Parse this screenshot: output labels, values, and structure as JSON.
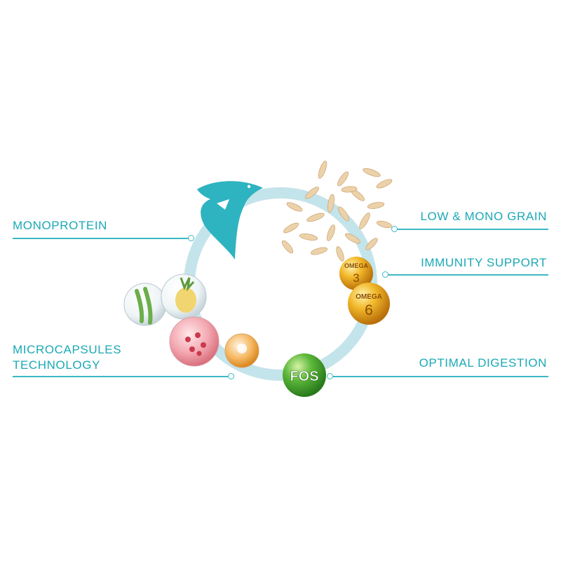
{
  "features": {
    "monoprotein": "MONOPROTEIN",
    "low_mono_grain": "LOW & MONO GRAIN",
    "immunity_support": "IMMUNITY SUPPORT",
    "microcapsules_line1": "MICROCAPSULES",
    "microcapsules_line2": "TECHNOLOGY",
    "optimal_digestion": "OPTIMAL DIGESTION"
  },
  "badges": {
    "omega3_word": "OMEGA",
    "omega3_number": "3",
    "omega6_word": "OMEGA",
    "omega6_number": "6",
    "fos": "FOS"
  },
  "colors": {
    "accent": "#1ba9b6",
    "ring": "#c3e4ea",
    "fish": "#2eb3c0",
    "omega": "#e6a31c",
    "fos": "#48a833"
  },
  "icons": [
    "fish-icon",
    "rice-grains-icon",
    "fruit-capsules-icon",
    "omega-capsule-icon",
    "fos-capsule-icon"
  ]
}
